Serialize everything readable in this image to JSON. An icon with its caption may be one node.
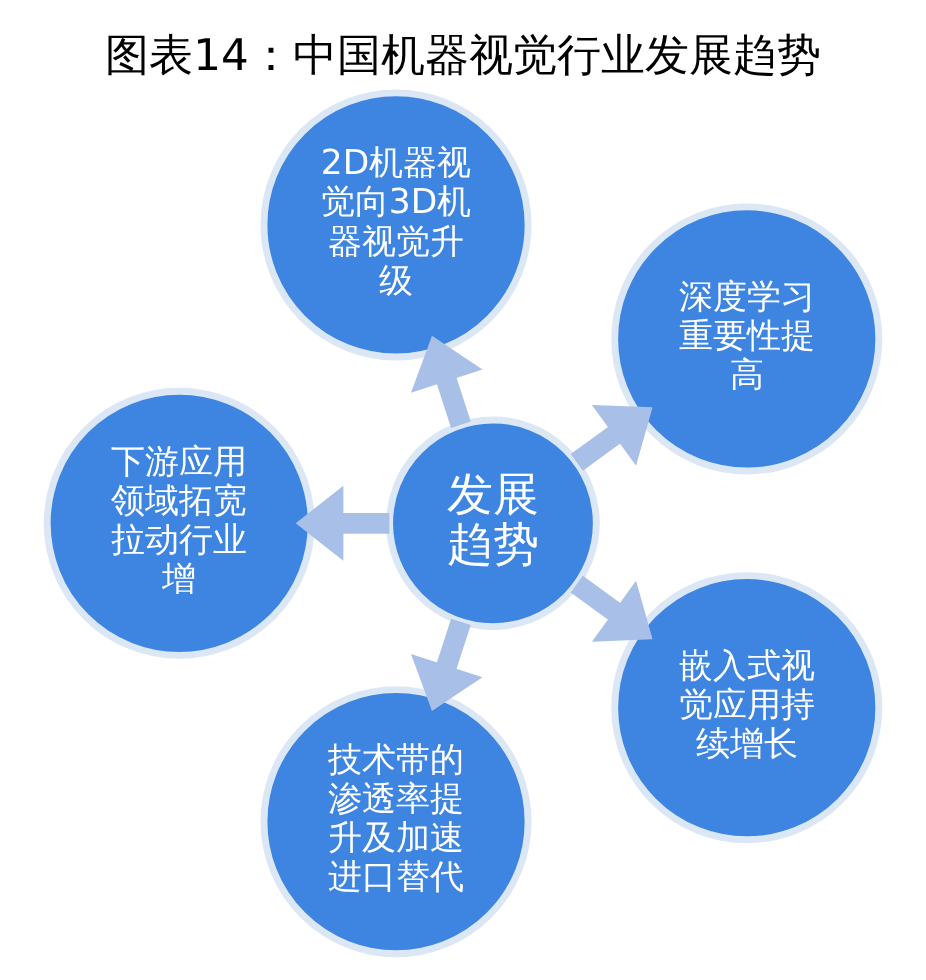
{
  "diagram": {
    "title": "图表14：中国机器视觉行业发展趋势",
    "nodes": [
      {
        "text": [
          "2D机器视觉向3D机器视觉升级"
        ]
      },
      {
        "text": [
          "下游应用领域拓宽拉动行业增"
        ]
      },
      {
        "text": [
          "深度学习重要性提高"
        ]
      },
      {
        "text": [
          "发展趋势"
        ]
      },
      {
        "text": [
          "技术带的渗透率提升及加速进口替代"
        ]
      },
      {
        "text": [
          "嵌入式视觉应用持续增长"
        ]
      }
    ],
    "edges": [
      {
        "from": 3,
        "to": 0,
        "arrow": "to"
      },
      {
        "from": 3,
        "to": 2,
        "arrow": "to"
      },
      {
        "from": 3,
        "to": 5,
        "arrow": "to"
      },
      {
        "from": 3,
        "to": 4,
        "arrow": "to"
      },
      {
        "from": 3,
        "to": 1,
        "arrow": "to"
      }
    ]
  }
}
